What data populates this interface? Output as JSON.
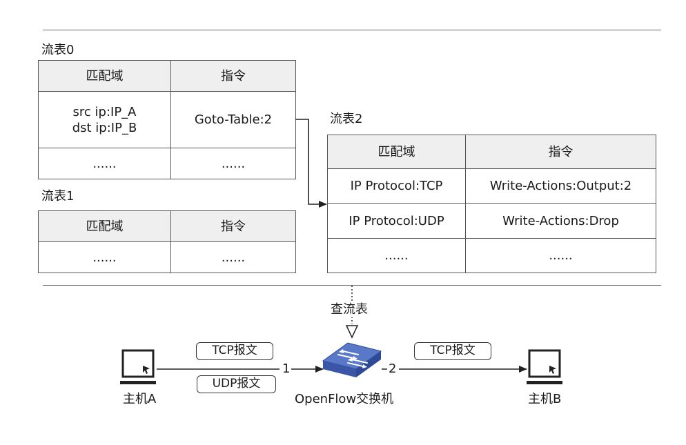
{
  "tables": {
    "t0": {
      "title": "流表0",
      "header": {
        "match": "匹配域",
        "instr": "指令"
      },
      "rows": [
        {
          "match_l1": "src ip:IP_A",
          "match_l2": "dst ip:IP_B",
          "instr": "Goto-Table:2"
        },
        {
          "match": "......",
          "instr": "......"
        }
      ]
    },
    "t1": {
      "title": "流表1",
      "header": {
        "match": "匹配域",
        "instr": "指令"
      },
      "rows": [
        {
          "match": "......",
          "instr": "......"
        }
      ]
    },
    "t2": {
      "title": "流表2",
      "header": {
        "match": "匹配域",
        "instr": "指令"
      },
      "rows": [
        {
          "match": "IP Protocol:TCP",
          "instr": "Write-Actions:Output:2"
        },
        {
          "match": "IP Protocol:UDP",
          "instr": "Write-Actions:Drop"
        },
        {
          "match": "......",
          "instr": "......"
        }
      ]
    }
  },
  "lookup_label": "查流表",
  "hosts": {
    "a": "主机A",
    "b": "主机B"
  },
  "switch_label": "OpenFlow交换机",
  "ports": {
    "p1": "1",
    "p2": "2"
  },
  "packets": {
    "tcp_in": "TCP报文",
    "udp_in": "UDP报文",
    "tcp_out": "TCP报文"
  },
  "colors": {
    "switch_top": "#5a78c8",
    "switch_side": "#3b56a6",
    "header_bg": "#efefef"
  }
}
